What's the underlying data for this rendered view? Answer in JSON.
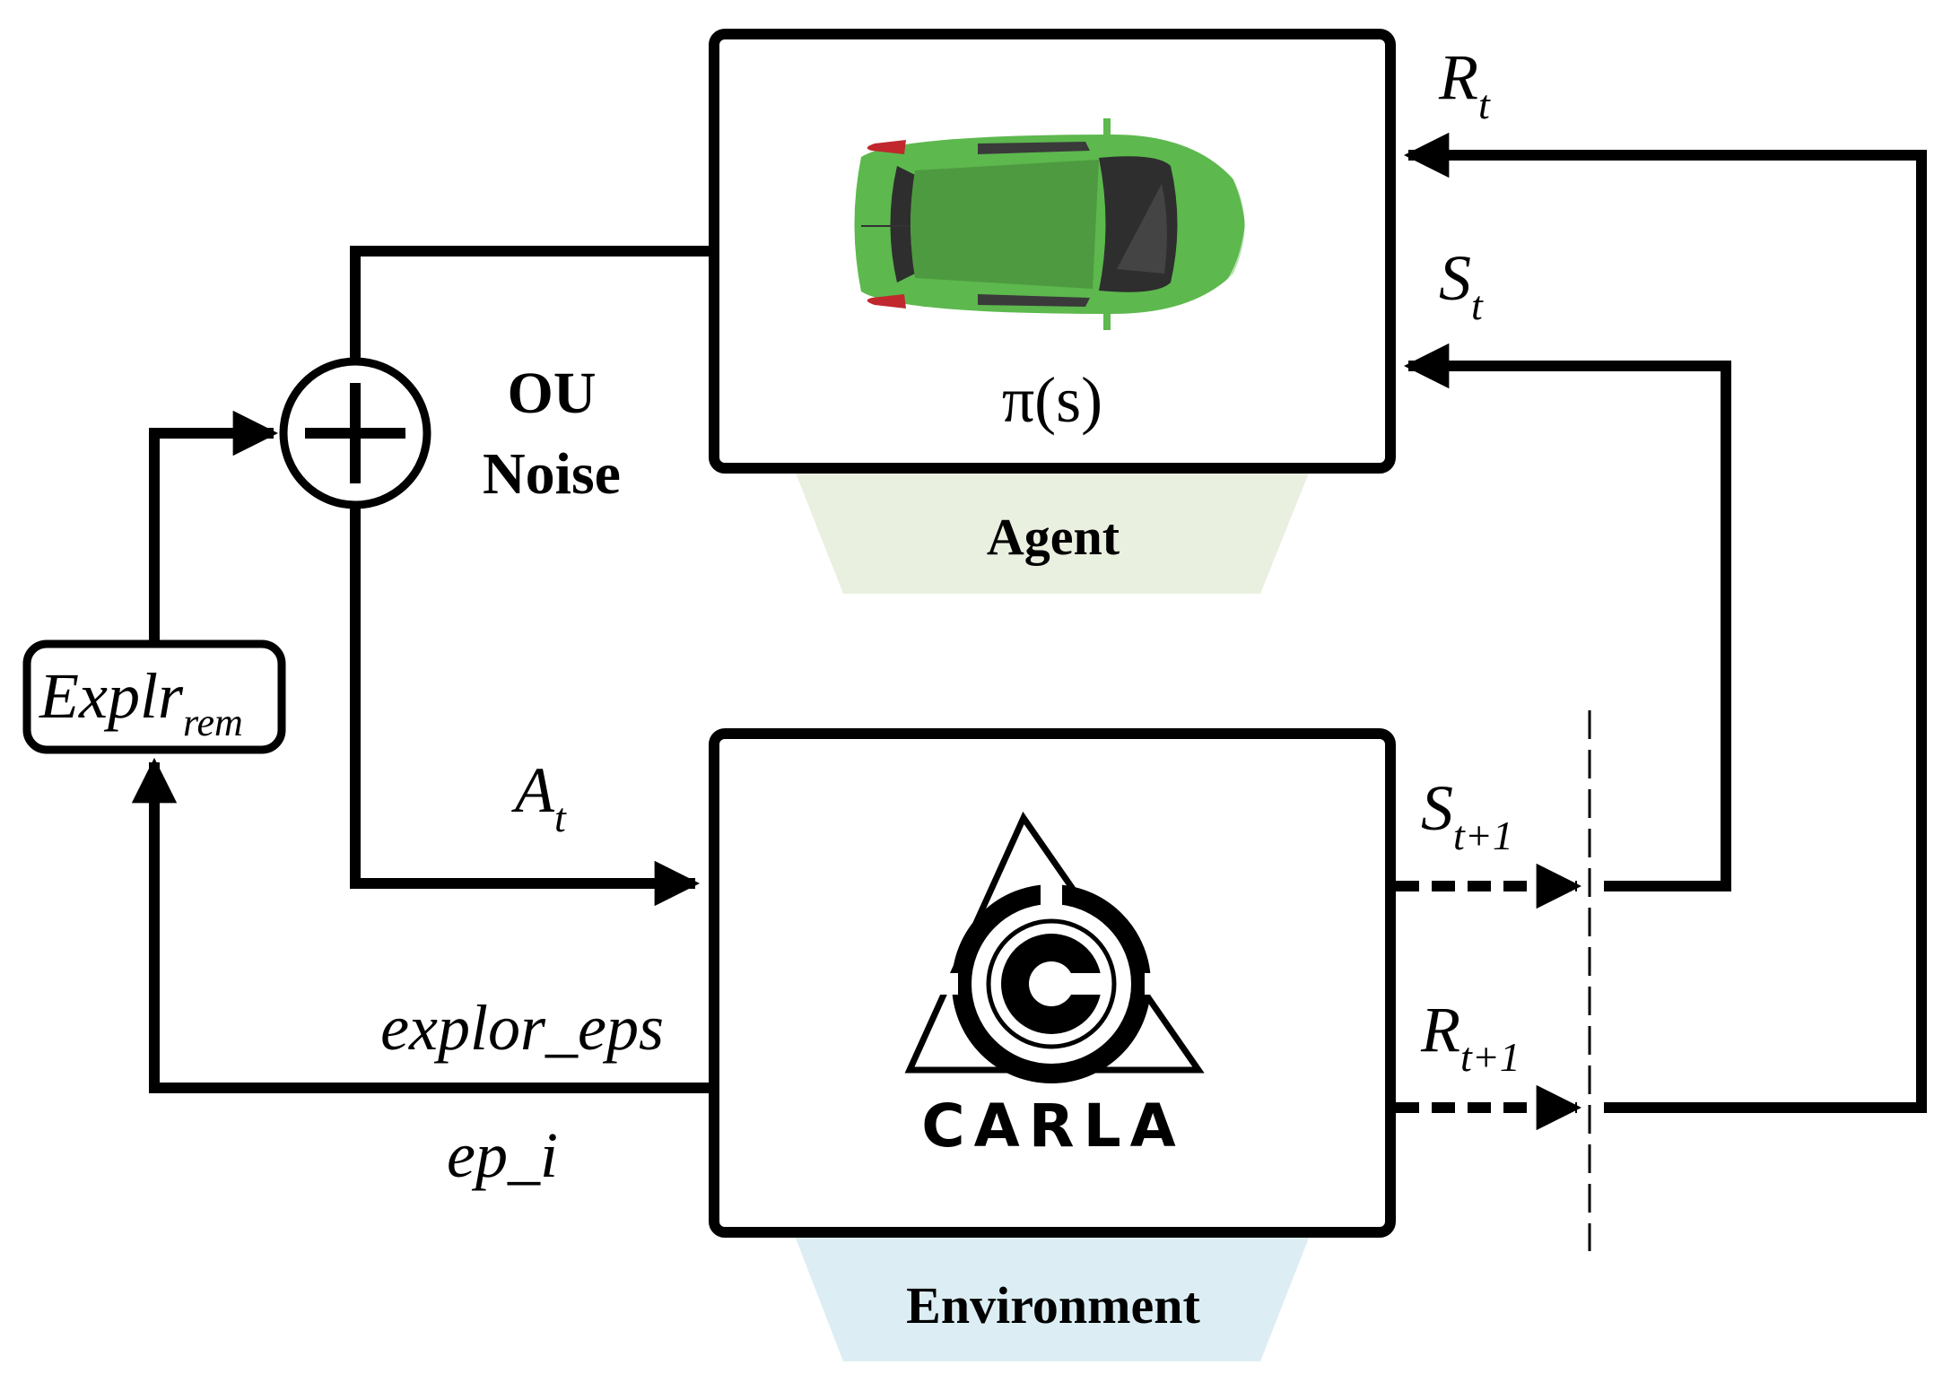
{
  "agent": {
    "policy_label": "π(s)",
    "caption": "Agent"
  },
  "environment": {
    "logo_text": "CARLA",
    "caption": "Environment"
  },
  "noise": {
    "line1": "OU",
    "line2": "Noise"
  },
  "explr": {
    "main": "Explr",
    "sub": "rem"
  },
  "signals": {
    "reward_main": "R",
    "reward_sub": "t",
    "state_main": "S",
    "state_sub": "t",
    "action_main": "A",
    "action_sub": "t",
    "next_state_main": "S",
    "next_state_sub": "t+1",
    "next_reward_main": "R",
    "next_reward_sub": "t+1",
    "explor_eps": "explor_eps",
    "ep_i": "ep_i"
  },
  "colors": {
    "agent_caption_bg": "#EAF0E0",
    "env_caption_bg": "#DCEEF4",
    "car_body": "#5DB84E",
    "car_roof": "#4E9A40",
    "car_glass": "#2E2E2E",
    "car_tail": "#C0282E"
  }
}
